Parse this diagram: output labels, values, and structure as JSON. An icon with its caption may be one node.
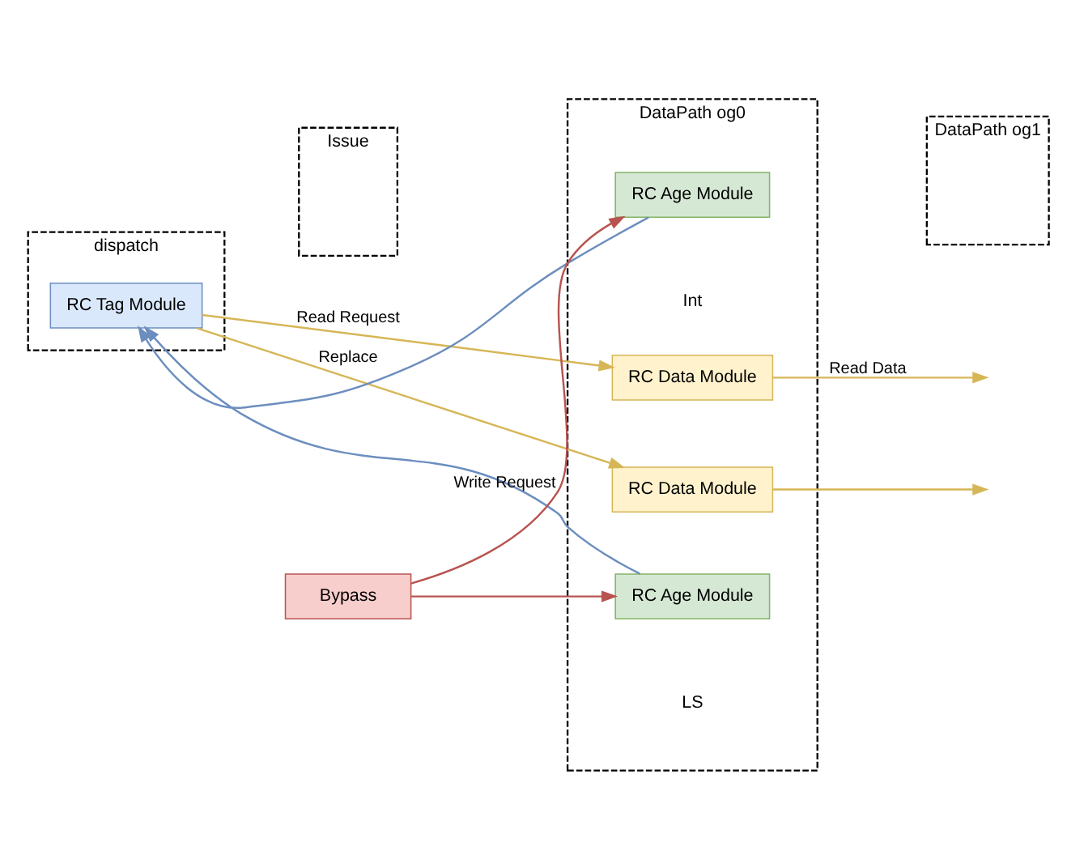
{
  "diagram": {
    "nodes": [
      {
        "text": [
          "dispatch"
        ]
      },
      {
        "text": [
          "Issue"
        ]
      },
      {
        "text": [
          "DataPath og0"
        ]
      },
      {
        "text": [
          "DataPath og1"
        ]
      },
      {
        "text": [
          "RC Tag Module"
        ],
        "in": 0
      },
      {
        "text": [
          "RC Age Module"
        ],
        "in": 2
      },
      {
        "text": [
          "RC Data Module"
        ],
        "in": 2
      },
      {
        "text": [
          "RC Age Module"
        ],
        "in": 2
      },
      {
        "text": [
          "RC Data Module"
        ],
        "in": 2
      },
      {
        "text": [
          "Bypass"
        ]
      }
    ],
    "edges": [
      {
        "from": 5,
        "to": 4,
        "arrow": "to",
        "label": "Replace",
        "color": "#6c8ebf"
      },
      {
        "from": 7,
        "to": 4,
        "arrow": "to",
        "color": "#6c8ebf"
      },
      {
        "from": 4,
        "to": 6,
        "arrow": "to",
        "label": "Read Request",
        "color": "#d6b656"
      },
      {
        "from": 4,
        "to": 8,
        "arrow": "to",
        "color": "#d6b656"
      },
      {
        "from": 6,
        "to": null,
        "arrow": "to",
        "label": "Read Data",
        "color": "#d6b656"
      },
      {
        "from": 8,
        "to": null,
        "arrow": "to",
        "color": "#d6b656"
      },
      {
        "from": 9,
        "to": 5,
        "arrow": "to",
        "label": "Write Request",
        "color": "#b85450"
      },
      {
        "from": 9,
        "to": 7,
        "arrow": "to",
        "color": "#b85450"
      }
    ],
    "labels": [
      "Int",
      "LS"
    ]
  }
}
